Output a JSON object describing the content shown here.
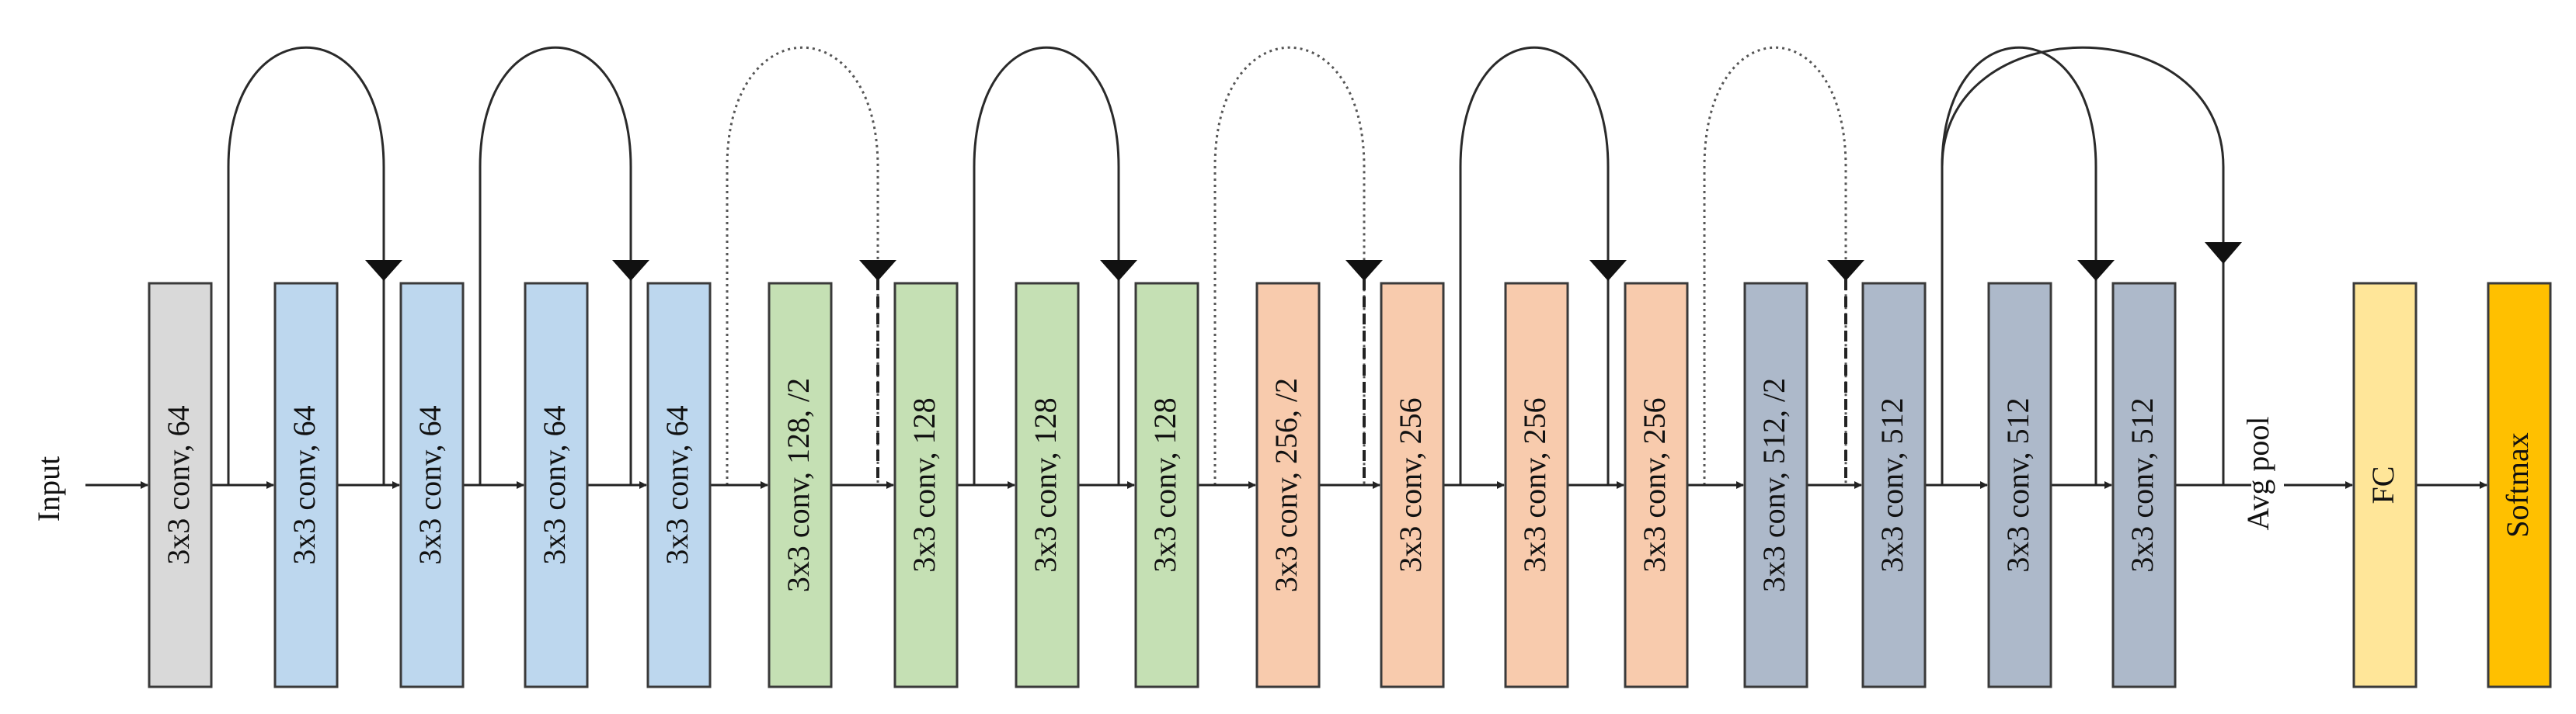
{
  "input_label": "Input",
  "avgpool_label": "Avg pool",
  "colors": {
    "block64": "#bdd7ee",
    "block128": "#c5e0b4",
    "block256": "#f8cbad",
    "block512": "#adb9ca",
    "first": "#d9d9d9",
    "fc": "#ffe699",
    "softmax": "#ffc000"
  },
  "layers": [
    {
      "label": "3x3 conv, 64",
      "color": "#d9d9d9"
    },
    {
      "label": "3x3 conv, 64",
      "color": "#bdd7ee"
    },
    {
      "label": "3x3 conv, 64",
      "color": "#bdd7ee"
    },
    {
      "label": "3x3 conv, 64",
      "color": "#bdd7ee"
    },
    {
      "label": "3x3 conv, 64",
      "color": "#bdd7ee"
    },
    {
      "label": "3x3 conv, 128, /2",
      "color": "#c5e0b4"
    },
    {
      "label": "3x3 conv, 128",
      "color": "#c5e0b4"
    },
    {
      "label": "3x3 conv, 128",
      "color": "#c5e0b4"
    },
    {
      "label": "3x3 conv, 128",
      "color": "#c5e0b4"
    },
    {
      "label": "3x3 conv, 256, /2",
      "color": "#f8cbad"
    },
    {
      "label": "3x3 conv, 256",
      "color": "#f8cbad"
    },
    {
      "label": "3x3 conv, 256",
      "color": "#f8cbad"
    },
    {
      "label": "3x3 conv, 256",
      "color": "#f8cbad"
    },
    {
      "label": "3x3 conv, 512, /2",
      "color": "#adb9ca"
    },
    {
      "label": "3x3 conv, 512",
      "color": "#adb9ca"
    },
    {
      "label": "3x3 conv, 512",
      "color": "#adb9ca"
    },
    {
      "label": "3x3 conv, 512",
      "color": "#adb9ca"
    },
    {
      "label": "FC",
      "color": "#ffe699"
    },
    {
      "label": "Softmax",
      "color": "#ffc000"
    }
  ],
  "skip_connections": [
    {
      "from_layer": 0,
      "to_layer": 2,
      "style": "solid"
    },
    {
      "from_layer": 2,
      "to_layer": 4,
      "style": "solid"
    },
    {
      "from_layer": 4,
      "to_layer": 6,
      "style": "dotted"
    },
    {
      "from_layer": 6,
      "to_layer": 8,
      "style": "solid"
    },
    {
      "from_layer": 8,
      "to_layer": 10,
      "style": "dotted"
    },
    {
      "from_layer": 10,
      "to_layer": 12,
      "style": "solid"
    },
    {
      "from_layer": 12,
      "to_layer": 14,
      "style": "dotted"
    },
    {
      "from_layer": 14,
      "to_layer": 16,
      "style": "solid"
    }
  ]
}
